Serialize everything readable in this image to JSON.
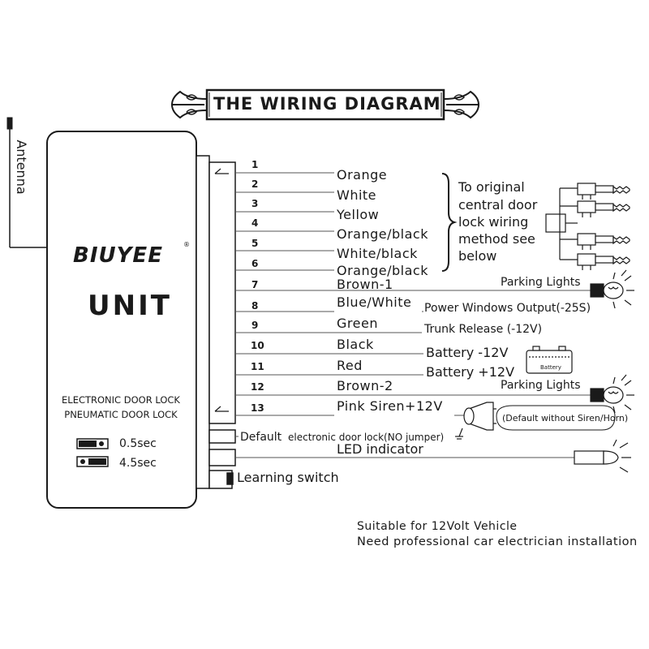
{
  "title": "THE WIRING DIAGRAM",
  "antenna_label": "Antenna",
  "unit_box": {
    "brand": "BIUYEE",
    "registered_mark": "®",
    "unit_label": "UNIT",
    "description_line1": "ELECTRONIC DOOR LOCK",
    "description_line2": "PNEUMATIC DOOR LOCK",
    "jumper_options": [
      "0.5sec",
      "4.5sec"
    ]
  },
  "wires": [
    {
      "number": "1",
      "color": "Orange"
    },
    {
      "number": "2",
      "color": "White"
    },
    {
      "number": "3",
      "color": "Yellow"
    },
    {
      "number": "4",
      "color": "Orange/black"
    },
    {
      "number": "5",
      "color": "White/black"
    },
    {
      "number": "6",
      "color": "Orange/black"
    },
    {
      "number": "7",
      "color": "Brown-1",
      "destination": "Parking Lights"
    },
    {
      "number": "8",
      "color": "Blue/White",
      "destination": "Power Windows Output(-25S)"
    },
    {
      "number": "9",
      "color": "Green",
      "destination": "Trunk Release (-12V)"
    },
    {
      "number": "10",
      "color": "Black",
      "destination": "Battery -12V"
    },
    {
      "number": "11",
      "color": "Red",
      "destination": "Battery +12V"
    },
    {
      "number": "12",
      "color": "Brown-2",
      "destination": "Parking Lights"
    },
    {
      "number": "13",
      "color": "Pink  Siren+12V",
      "destination": "(Default without Siren/Horn)"
    }
  ],
  "central_lock_note": [
    "To original",
    "central door",
    "lock wiring",
    "method see",
    "below"
  ],
  "battery_label": "Battery",
  "default_lock_text": {
    "prefix": "Default",
    "suffix": "electronic door lock(NO jumper)"
  },
  "led_indicator": "LED indicator",
  "learning_switch": "Learning switch",
  "footer": [
    "Suitable for  12Volt Vehicle",
    "Need professional car electrician installation"
  ]
}
